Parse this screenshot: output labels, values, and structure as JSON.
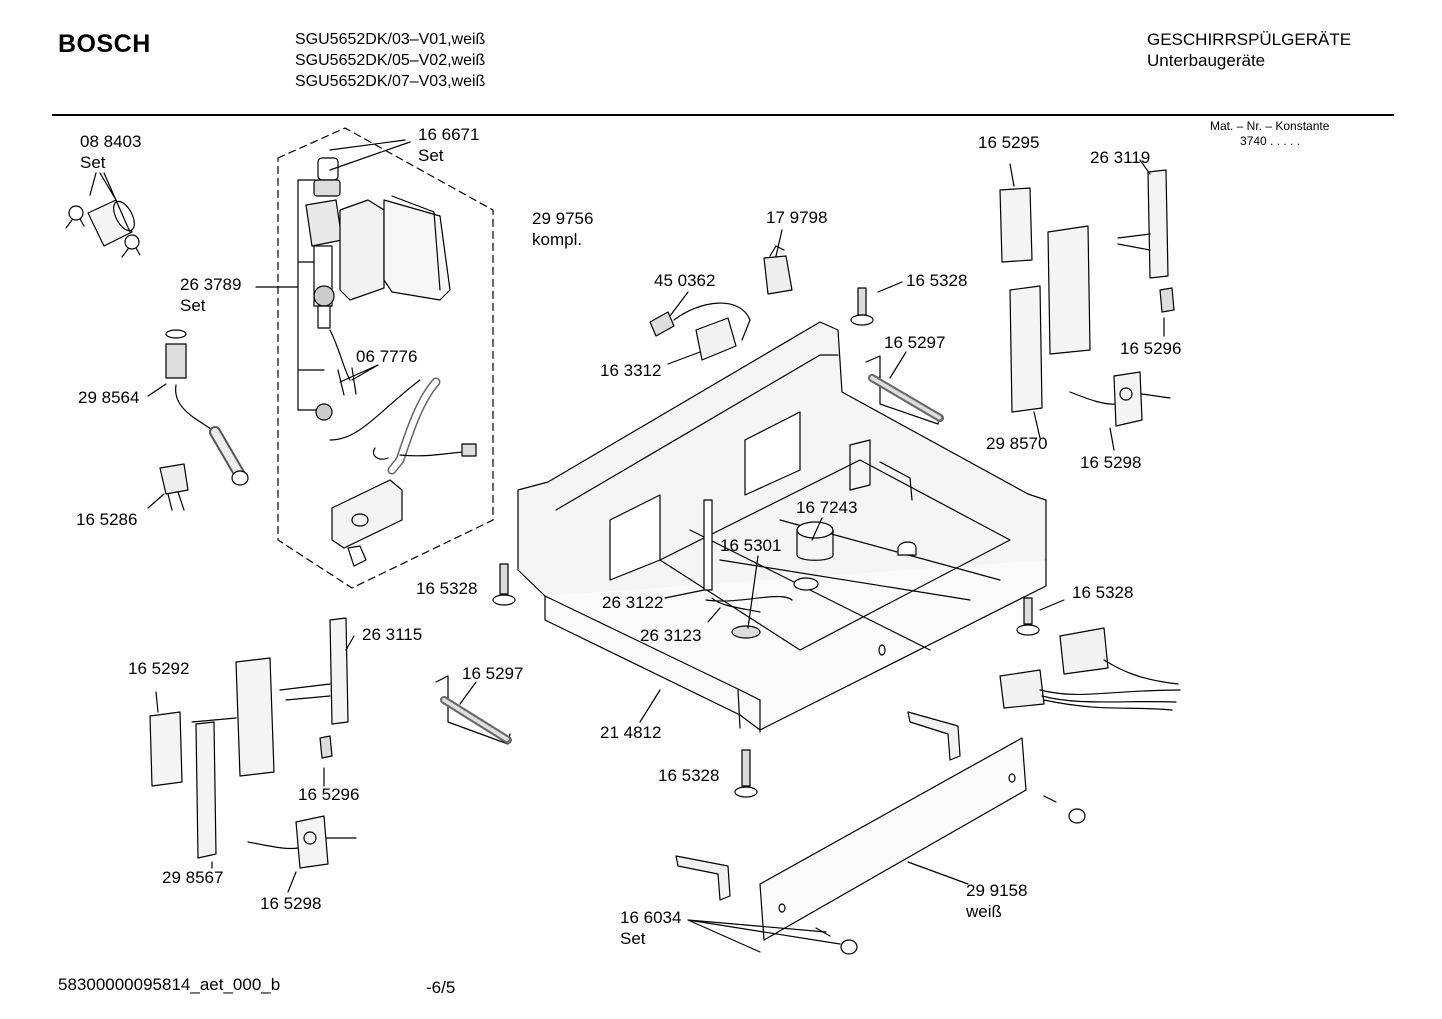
{
  "header": {
    "brand": "BOSCH",
    "models": [
      "SGU5652DK/03–V01,weiß",
      "SGU5652DK/05–V02,weiß",
      "SGU5652DK/07–V03,weiß"
    ],
    "category": "GESCHIRRSPÜLGERÄTE",
    "subcategory": "Unterbaugeräte",
    "mat_nr_label": "Mat. – Nr. – Konstante",
    "mat_nr_value": "3740 .   .   .   .  ."
  },
  "parts": {
    "p088403": "08 8403",
    "p088403_note": "Set",
    "p166671": "16 6671",
    "p166671_note": "Set",
    "p299756": "29 9756",
    "p299756_note": "kompl.",
    "p263789": "26 3789",
    "p263789_note": "Set",
    "p067776": "06 7776",
    "p298564": "29 8564",
    "p165286": "16 5286",
    "p179798": "17 9798",
    "p450362": "45 0362",
    "p163312": "16 3312",
    "p165328_a": "16 5328",
    "p165297_a": "16 5297",
    "p165295": "16 5295",
    "p263119": "26 3119",
    "p165296_a": "16 5296",
    "p298570": "29 8570",
    "p165298_a": "16 5298",
    "p167243": "16 7243",
    "p165301": "16 5301",
    "p165328_b": "16 5328",
    "p263122": "26 3122",
    "p263123": "26 3123",
    "p165328_c": "16 5328",
    "p263115": "26 3115",
    "p165292": "16 5292",
    "p165297_b": "16 5297",
    "p214812": "21 4812",
    "p165296_b": "16 5296",
    "p165328_d": "16 5328",
    "p298567": "29 8567",
    "p165298_b": "16 5298",
    "p299158": "29 9158",
    "p299158_note": "weiß",
    "p166034": "16 6034",
    "p166034_note": "Set"
  },
  "footer": {
    "doc_id": "58300000095814_aet_000_b",
    "page": "-6/5"
  }
}
